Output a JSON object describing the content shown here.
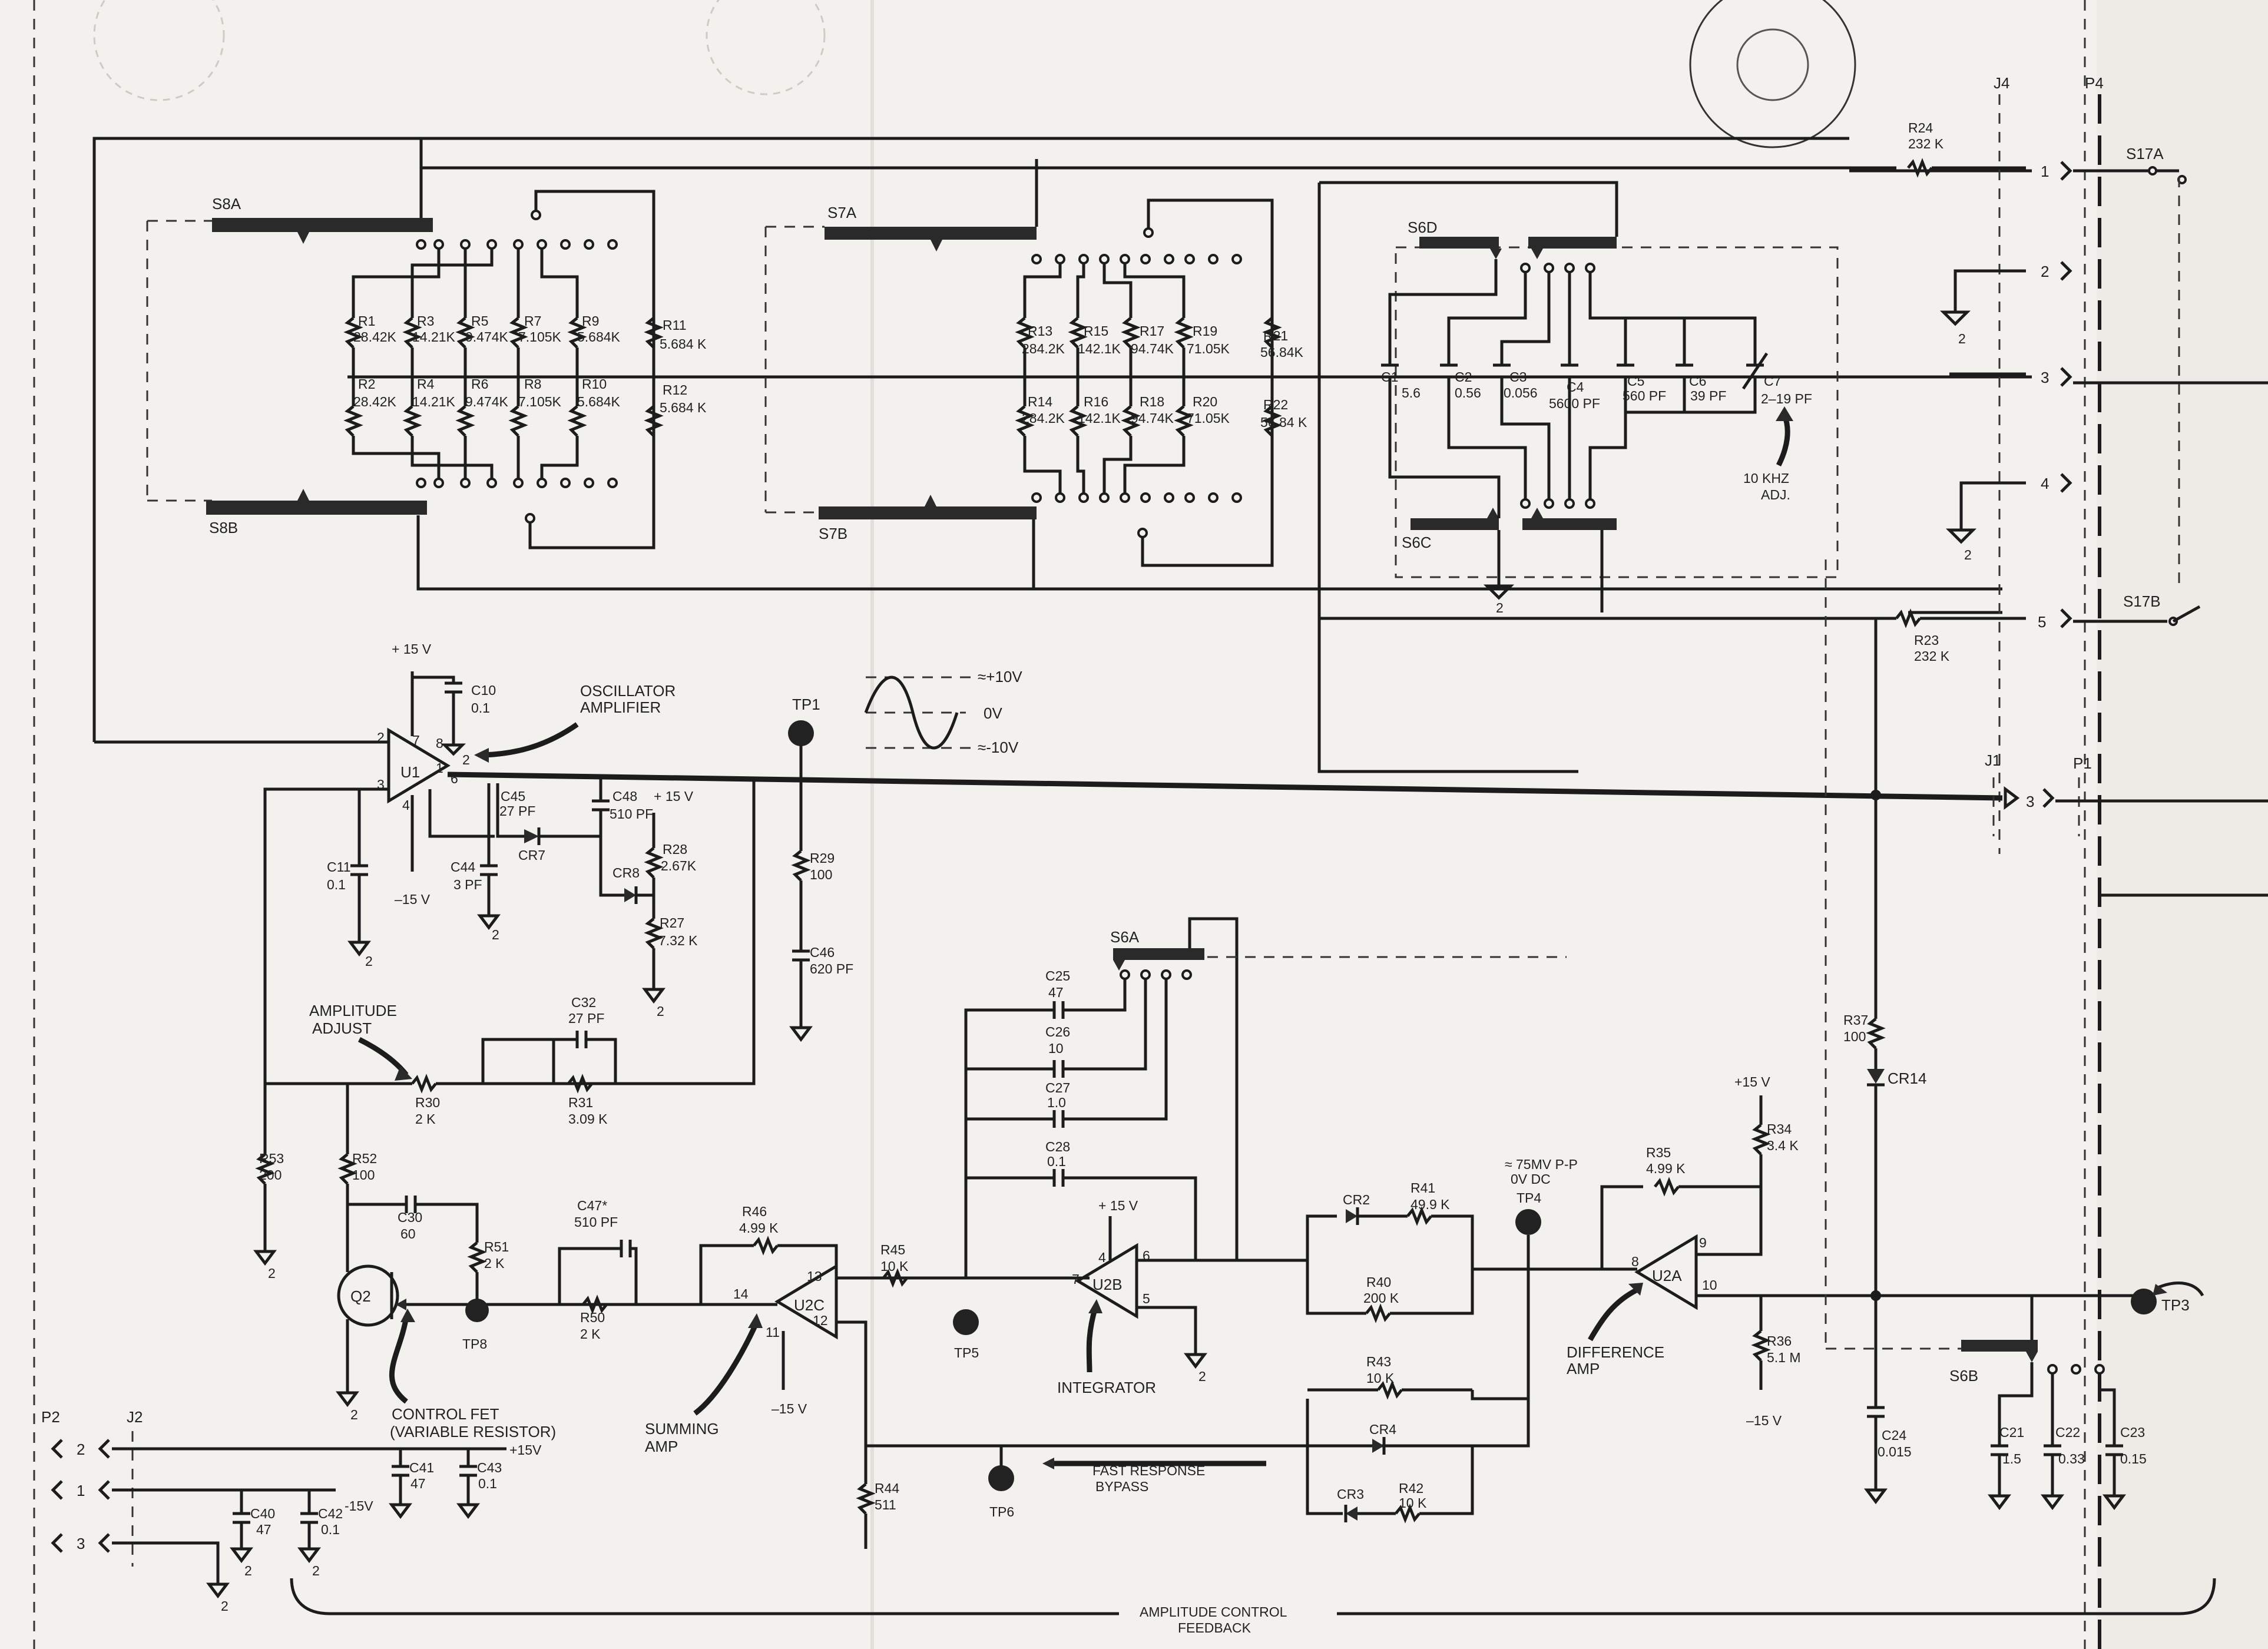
{
  "switches": {
    "s8a": "S8A",
    "s8b": "S8B",
    "s7a": "S7A",
    "s7b": "S7B",
    "s6d": "S6D",
    "s6c": "S6C",
    "s6a": "S6A",
    "s6b": "S6B",
    "s17a": "S17A",
    "s17b": "S17B"
  },
  "connectors": {
    "j4": "J4",
    "p4": "P4",
    "j1": "J1",
    "p1": "P1",
    "p2": "P2",
    "j2": "J2"
  },
  "pins": {
    "j4_1": "1",
    "j4_2": "2",
    "j4_3": "3",
    "j4_4": "4",
    "j4_5": "5",
    "j1_3": "3",
    "j2_2": "2",
    "j2_1": "1",
    "j2_3": "3"
  },
  "resistors": [
    {
      "ref": "R1",
      "val": "28.42K"
    },
    {
      "ref": "R2",
      "val": "28.42K"
    },
    {
      "ref": "R3",
      "val": "14.21K"
    },
    {
      "ref": "R4",
      "val": "14.21K"
    },
    {
      "ref": "R5",
      "val": "9.474K"
    },
    {
      "ref": "R6",
      "val": "9.474K"
    },
    {
      "ref": "R7",
      "val": "7.105K"
    },
    {
      "ref": "R8",
      "val": "7.105K"
    },
    {
      "ref": "R9",
      "val": "5.684K"
    },
    {
      "ref": "R10",
      "val": "5.684K"
    },
    {
      "ref": "R11",
      "val": "5.684 K"
    },
    {
      "ref": "R12",
      "val": "5.684 K"
    },
    {
      "ref": "R13",
      "val": "284.2K"
    },
    {
      "ref": "R14",
      "val": "284.2K"
    },
    {
      "ref": "R15",
      "val": "142.1K"
    },
    {
      "ref": "R16",
      "val": "142.1K"
    },
    {
      "ref": "R17",
      "val": "94.74K"
    },
    {
      "ref": "R18",
      "val": "94.74K"
    },
    {
      "ref": "R19",
      "val": "71.05K"
    },
    {
      "ref": "R20",
      "val": "71.05K"
    },
    {
      "ref": "R21",
      "val": "56.84K"
    },
    {
      "ref": "R22",
      "val": "56.84 K"
    },
    {
      "ref": "R24",
      "val": "232 K"
    },
    {
      "ref": "R23",
      "val": "232 K"
    },
    {
      "ref": "R28",
      "val": "2.67K"
    },
    {
      "ref": "R27",
      "val": "7.32 K"
    },
    {
      "ref": "R29",
      "val": "100"
    },
    {
      "ref": "R30",
      "val": "2 K"
    },
    {
      "ref": "R31",
      "val": "3.09 K"
    },
    {
      "ref": "R53",
      "val": "200"
    },
    {
      "ref": "R52",
      "val": "100"
    },
    {
      "ref": "R51",
      "val": "2 K"
    },
    {
      "ref": "R50",
      "val": "2 K"
    },
    {
      "ref": "R46",
      "val": "4.99 K"
    },
    {
      "ref": "R45",
      "val": "10 K"
    },
    {
      "ref": "R44",
      "val": "511"
    },
    {
      "ref": "R41",
      "val": "49.9 K"
    },
    {
      "ref": "R40",
      "val": "200 K"
    },
    {
      "ref": "R43",
      "val": "10 K"
    },
    {
      "ref": "R42",
      "val": "10 K"
    },
    {
      "ref": "R35",
      "val": "4.99 K"
    },
    {
      "ref": "R34",
      "val": "3.4 K"
    },
    {
      "ref": "R36",
      "val": "5.1 M"
    },
    {
      "ref": "R37",
      "val": "100"
    }
  ],
  "capacitors": [
    {
      "ref": "C1",
      "val": "5.6"
    },
    {
      "ref": "C2",
      "val": "0.56"
    },
    {
      "ref": "C3",
      "val": "0.056"
    },
    {
      "ref": "C4",
      "val": "5600 PF"
    },
    {
      "ref": "C5",
      "val": "560 PF"
    },
    {
      "ref": "C6",
      "val": "39 PF"
    },
    {
      "ref": "C7",
      "val": "2–19 PF"
    },
    {
      "ref": "C10",
      "val": "0.1"
    },
    {
      "ref": "C45",
      "val": "27 PF"
    },
    {
      "ref": "C48",
      "val": "510 PF"
    },
    {
      "ref": "C11",
      "val": "0.1"
    },
    {
      "ref": "C44",
      "val": "3 PF"
    },
    {
      "ref": "C46",
      "val": "620 PF"
    },
    {
      "ref": "C32",
      "val": "27 PF"
    },
    {
      "ref": "C30",
      "val": "60"
    },
    {
      "ref": "C47*",
      "val": "510 PF"
    },
    {
      "ref": "C25",
      "val": "47"
    },
    {
      "ref": "C26",
      "val": "10"
    },
    {
      "ref": "C27",
      "val": "1.0"
    },
    {
      "ref": "C28",
      "val": "0.1"
    },
    {
      "ref": "C24",
      "val": "0.015"
    },
    {
      "ref": "C21",
      "val": "1.5"
    },
    {
      "ref": "C22",
      "val": "0.33"
    },
    {
      "ref": "C23",
      "val": "0.15"
    },
    {
      "ref": "C41",
      "val": "47"
    },
    {
      "ref": "C43",
      "val": "0.1"
    },
    {
      "ref": "C40",
      "val": "47"
    },
    {
      "ref": "C42",
      "val": "0.1"
    }
  ],
  "diodes": {
    "cr7": "CR7",
    "cr8": "CR8",
    "cr2": "CR2",
    "cr4": "CR4",
    "cr3": "CR3",
    "cr14": "CR14"
  },
  "ics": {
    "u1": "U1",
    "u2c": "U2C",
    "u2b": "U2B",
    "u2a": "U2A",
    "q2": "Q2"
  },
  "ic_pins": {
    "u1_2": "2",
    "u1_3": "3",
    "u1_7": "7",
    "u1_4": "4",
    "u1_6": "6",
    "u1_1": "1",
    "u1_8": "8",
    "u1_2b": "2",
    "u2c_14": "14",
    "u2c_13": "13",
    "u2c_11": "11",
    "u2c_12": "12",
    "u2b_7": "7",
    "u2b_4": "4",
    "u2b_6": "6",
    "u2b_5": "5",
    "u2a_8": "8",
    "u2a_9": "9",
    "u2a_10": "10"
  },
  "test_points": {
    "tp1": "TP1",
    "tp3": "TP3",
    "tp4": "TP4",
    "tp5": "TP5",
    "tp6": "TP6",
    "tp8": "TP8"
  },
  "supplies": {
    "u1_plus": "+ 15 V",
    "u1_minus": "–15 V",
    "c48_plus": "+ 15 V",
    "u2b_plus": "+ 15 V",
    "u2c_minus": "–15 V",
    "u2a_plus": "+15 V",
    "r36_minus": "–15 V",
    "j2_plus": "+15V",
    "j2_minus": "-15V"
  },
  "ground_label": "2",
  "annotations": {
    "osc_amp_1": "OSCILLATOR",
    "osc_amp_2": "AMPLIFIER",
    "wave_top": "≈+10V",
    "wave_mid": "0V",
    "wave_bot": "≈-10V",
    "amp_adj_1": "AMPLITUDE",
    "amp_adj_2": "ADJUST",
    "adj_10k_1": "10 KHZ",
    "adj_10k_2": "ADJ.",
    "tp4_1": "≈ 75MV P-P",
    "tp4_2": "0V DC",
    "control_fet_1": "CONTROL FET",
    "control_fet_2": "(VARIABLE RESISTOR)",
    "summing_1": "SUMMING",
    "summing_2": "AMP",
    "integrator": "INTEGRATOR",
    "diff_1": "DIFFERENCE",
    "diff_2": "AMP",
    "fast_1": "FAST RESPONSE",
    "fast_2": "BYPASS",
    "feedback_1": "AMPLITUDE CONTROL",
    "feedback_2": "FEEDBACK"
  }
}
